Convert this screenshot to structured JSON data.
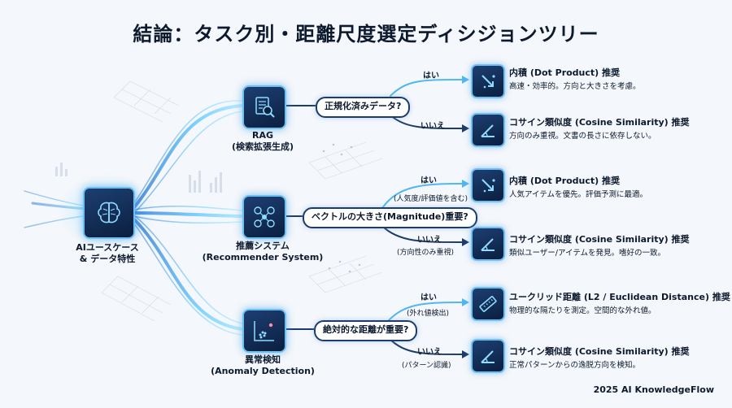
{
  "title": "結論：タスク別・距離尺度選定ディシジョンツリー",
  "root": {
    "label_line1": "AIユースケース",
    "label_line2": "& データ特性",
    "icon": "brain-icon"
  },
  "branches": [
    {
      "node_line1": "RAG",
      "node_line2": "(検索拡張生成)",
      "icon": "document-search-icon",
      "question": "正規化済みデータ?",
      "yes": {
        "label": "はい",
        "sub": "",
        "result_title": "内積 (Dot Product) 推奨",
        "result_desc": "高速・効率的。方向と大きさを考慮。",
        "icon": "dot-product-icon"
      },
      "no": {
        "label": "いいえ",
        "sub": "",
        "result_title": "コサイン類似度 (Cosine Similarity) 推奨",
        "result_desc": "方向のみ重視。文書の長さに依存しない。",
        "icon": "cosine-angle-icon"
      }
    },
    {
      "node_line1": "推薦システム",
      "node_line2": "(Recommender System)",
      "icon": "users-network-icon",
      "question": "ベクトルの大きさ(Magnitude)重要?",
      "yes": {
        "label": "はい",
        "sub": "(人気度/評価値を含む)",
        "result_title": "内積 (Dot Product) 推奨",
        "result_desc": "人気アイテムを優先。評価予測に最適。",
        "icon": "dot-product-icon"
      },
      "no": {
        "label": "いいえ",
        "sub": "(方向性のみ重視)",
        "result_title": "コサイン類似度 (Cosine Similarity) 推奨",
        "result_desc": "類似ユーザー/アイテムを発見。嗜好の一致。",
        "icon": "cosine-angle-icon"
      }
    },
    {
      "node_line1": "異常検知",
      "node_line2": "(Anomaly Detection)",
      "icon": "scatter-anomaly-icon",
      "question": "絶対的な距離が重要?",
      "yes": {
        "label": "はい",
        "sub": "(外れ値検出)",
        "result_title": "ユークリッド距離 (L2 / Euclidean Distance) 推奨",
        "result_desc": "物理的な隔たりを測定。空間的な外れ値。",
        "icon": "ruler-icon"
      },
      "no": {
        "label": "いいえ",
        "sub": "(パターン認識)",
        "result_title": "コサイン類似度 (Cosine Similarity) 推奨",
        "result_desc": "正常パターンからの逸脱方向を検知。",
        "icon": "cosine-angle-icon"
      }
    }
  ],
  "footer": "2025 AI KnowledgeFlow",
  "colors": {
    "accent": "#2f8fe0",
    "glow": "#5fd0ff",
    "navy": "#0d2346",
    "connector": "#1c3d6b"
  }
}
